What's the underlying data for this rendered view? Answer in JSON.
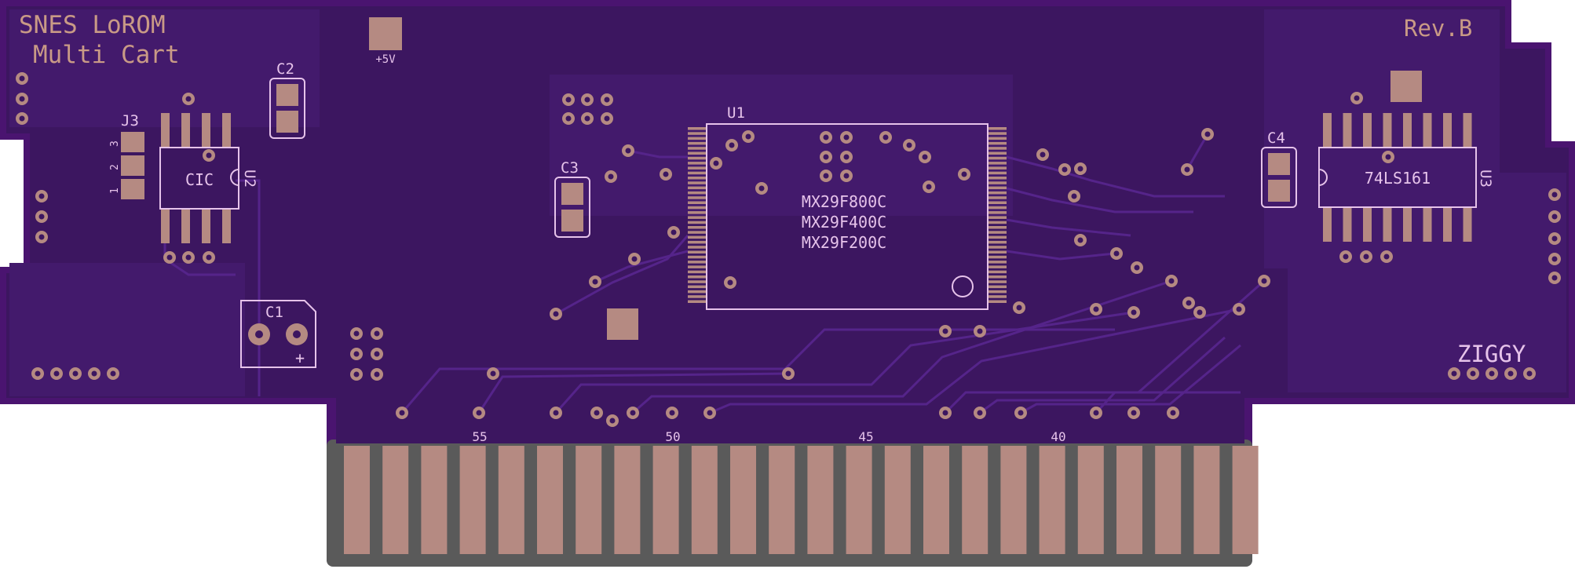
{
  "board": {
    "title_line1": "SNES LoROM",
    "title_line2": "Multi Cart",
    "revision": "Rev.B",
    "author": "ZIGGY",
    "power_label": "+5V"
  },
  "components": {
    "u1": {
      "ref": "U1",
      "parts": [
        "MX29F800C",
        "MX29F400C",
        "MX29F200C"
      ]
    },
    "u2": {
      "ref": "U2",
      "label": "CIC"
    },
    "u3": {
      "ref": "U3",
      "label": "74LS161"
    },
    "j3": {
      "ref": "J3",
      "pins": [
        "3",
        "2",
        "1"
      ]
    },
    "c1": {
      "ref": "C1",
      "polarity": "+"
    },
    "c2": {
      "ref": "C2"
    },
    "c3": {
      "ref": "C3"
    },
    "c4": {
      "ref": "C4"
    }
  },
  "edge_connector": {
    "pin_labels": [
      "55",
      "50",
      "45",
      "40"
    ],
    "finger_count": 24
  },
  "colors": {
    "board": "#3c1660",
    "board_edge": "#4a1470",
    "copper_fill": "#4a1d78",
    "trace": "#55248a",
    "pad": "#b58a82",
    "silkscreen": "#e6c3ea",
    "substrate": "#5a5a5a"
  }
}
